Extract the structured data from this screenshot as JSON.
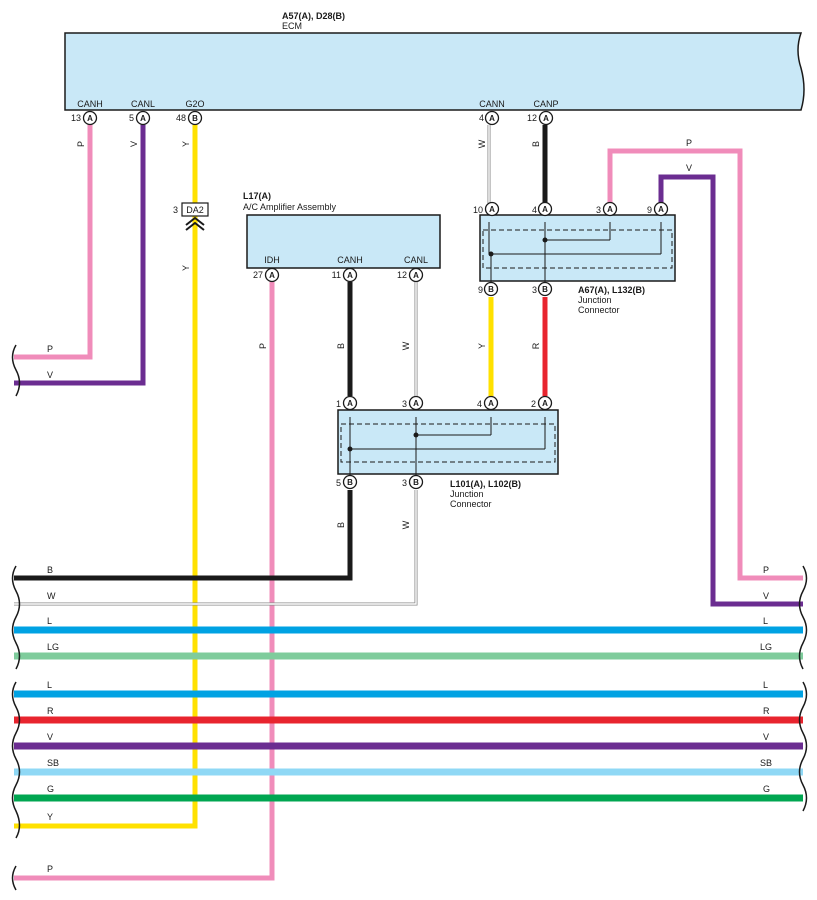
{
  "colors": {
    "box_fill": "#c9e8f7",
    "stroke": "#1a1a1a",
    "P": "#f08cba",
    "V": "#6b2d91",
    "Y": "#ffe100",
    "B": "#1a1a1a",
    "W": "#a8a8a8",
    "R": "#e8242e",
    "L": "#00a2e3",
    "LG": "#7fcc9c",
    "SB": "#8fd8f5",
    "G": "#00a651"
  },
  "ecm": {
    "ref": "A57(A), D28(B)",
    "name": "ECM",
    "pins": [
      {
        "label": "CANH",
        "num": "13",
        "conn": "A"
      },
      {
        "label": "CANL",
        "num": "5",
        "conn": "A"
      },
      {
        "label": "G2O",
        "num": "48",
        "conn": "B"
      },
      {
        "label": "CANN",
        "num": "4",
        "conn": "A"
      },
      {
        "label": "CANP",
        "num": "12",
        "conn": "A"
      }
    ]
  },
  "amp": {
    "ref": "L17(A)",
    "name": "A/C Amplifier Assembly",
    "pins": [
      {
        "label": "IDH",
        "num": "27",
        "conn": "A"
      },
      {
        "label": "CANH",
        "num": "11",
        "conn": "A"
      },
      {
        "label": "CANL",
        "num": "12",
        "conn": "A"
      }
    ]
  },
  "jc1": {
    "ref": "A67(A), L132(B)",
    "name1": "Junction",
    "name2": "Connector",
    "top_pins": [
      {
        "num": "10",
        "conn": "A"
      },
      {
        "num": "4",
        "conn": "A"
      },
      {
        "num": "3",
        "conn": "A"
      },
      {
        "num": "9",
        "conn": "A"
      }
    ],
    "bottom_pins": [
      {
        "num": "9",
        "conn": "B"
      },
      {
        "num": "3",
        "conn": "B"
      }
    ]
  },
  "jc2": {
    "ref": "L101(A), L102(B)",
    "name1": "Junction",
    "name2": "Connector",
    "top_pins": [
      {
        "num": "1",
        "conn": "A"
      },
      {
        "num": "3",
        "conn": "A"
      },
      {
        "num": "4",
        "conn": "A"
      },
      {
        "num": "2",
        "conn": "A"
      }
    ],
    "bottom_pins": [
      {
        "num": "5",
        "conn": "B"
      },
      {
        "num": "3",
        "conn": "B"
      }
    ]
  },
  "inline_connector": {
    "num": "3",
    "name": "DA2"
  },
  "wire_labels": {
    "ecm_canh": "P",
    "ecm_canl": "V",
    "ecm_g2o": "Y",
    "ecm_g2o_lower": "Y",
    "ecm_cann": "W",
    "ecm_canp": "B",
    "jc1_to_ecm_p": "P",
    "jc1_to_ecm_v": "V",
    "amp_idh": "P",
    "amp_canh": "B",
    "amp_canl": "W",
    "jc1_b9": "Y",
    "jc1_b3": "R",
    "jc2_b5": "B",
    "jc2_b3": "W"
  },
  "left_stubs": [
    "P",
    "V"
  ],
  "bus": [
    {
      "left": "B",
      "right": ""
    },
    {
      "left": "W",
      "right": ""
    },
    {
      "left": "L",
      "right": "L"
    },
    {
      "left": "LG",
      "right": "LG"
    },
    {
      "left": "L",
      "right": "L"
    },
    {
      "left": "R",
      "right": "R"
    },
    {
      "left": "V",
      "right": "V"
    },
    {
      "left": "SB",
      "right": "SB"
    },
    {
      "left": "G",
      "right": "G"
    },
    {
      "left": "Y",
      "right": ""
    },
    {
      "left": "P",
      "right": ""
    }
  ],
  "right_stubs": [
    "P",
    "V"
  ]
}
